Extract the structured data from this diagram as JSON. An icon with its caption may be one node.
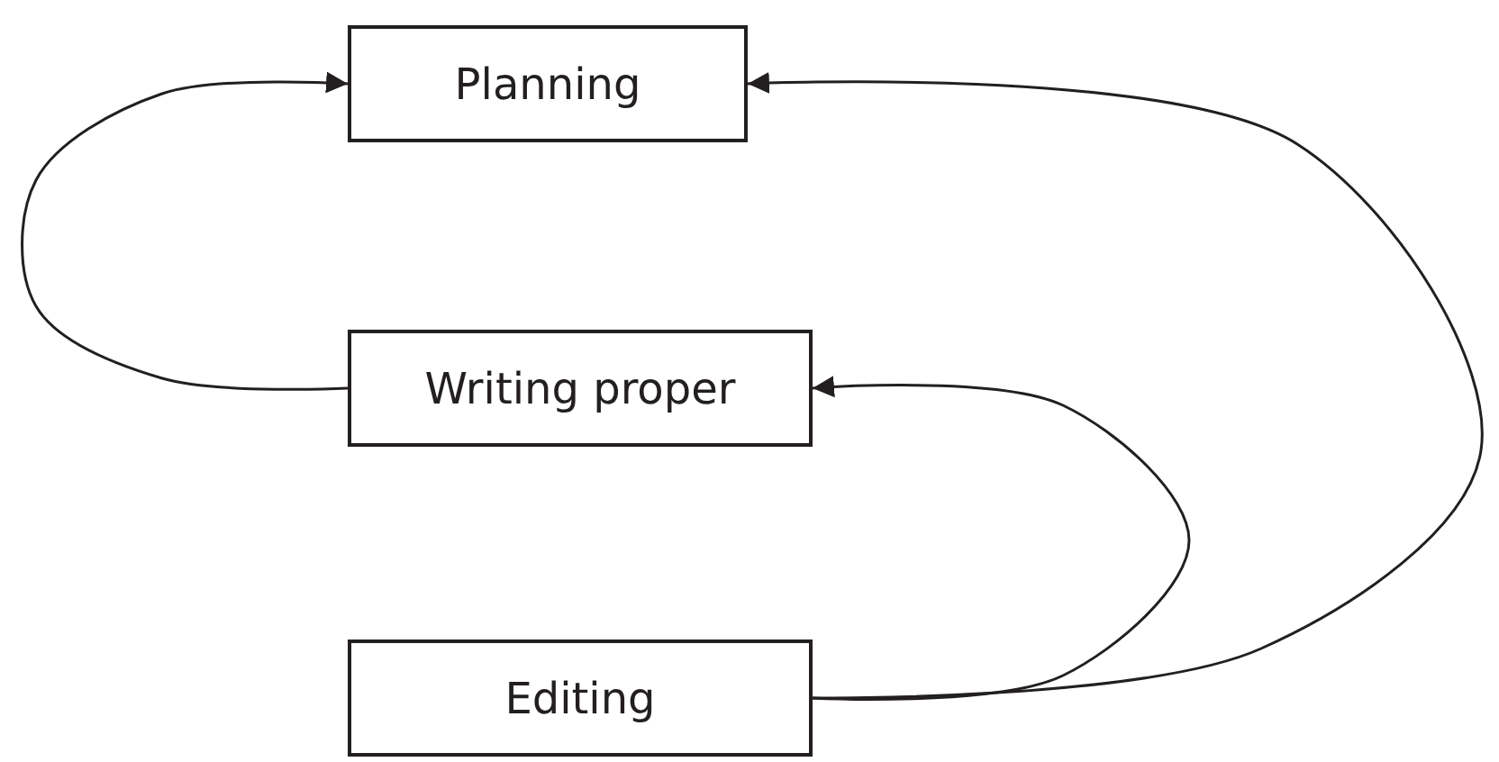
{
  "diagram": {
    "nodes": [
      {
        "text": [
          "Planning"
        ]
      },
      {
        "text": [
          "Writing proper"
        ]
      },
      {
        "text": [
          "Editing"
        ]
      }
    ],
    "edges": [
      {
        "from": 1,
        "to": 0,
        "arrow": "to"
      },
      {
        "from": 2,
        "to": 1,
        "arrow": "to"
      },
      {
        "from": 2,
        "to": 0,
        "arrow": "to"
      }
    ]
  }
}
